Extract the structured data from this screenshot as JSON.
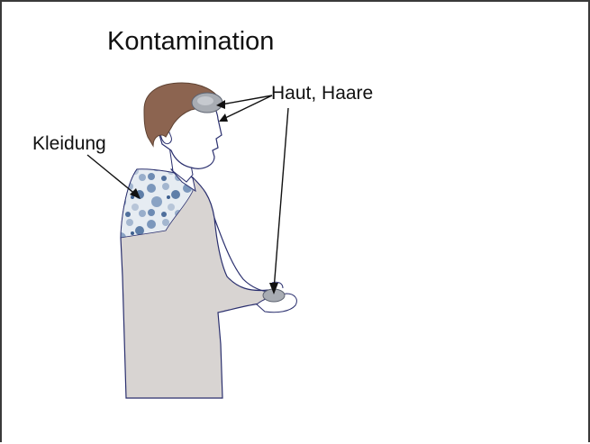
{
  "title": "Kontamination",
  "labels": {
    "skin_hair": "Haut, Haare",
    "clothing": "Kleidung"
  },
  "colors": {
    "border": "#3a3a3a",
    "hair": "#8c6450",
    "skin": "#ffffff",
    "shirt": "#d8d4d2",
    "outline": "#2a2f6e",
    "contamination_blue": "#7b97bc",
    "contamination_grey": "#a8acb3"
  }
}
